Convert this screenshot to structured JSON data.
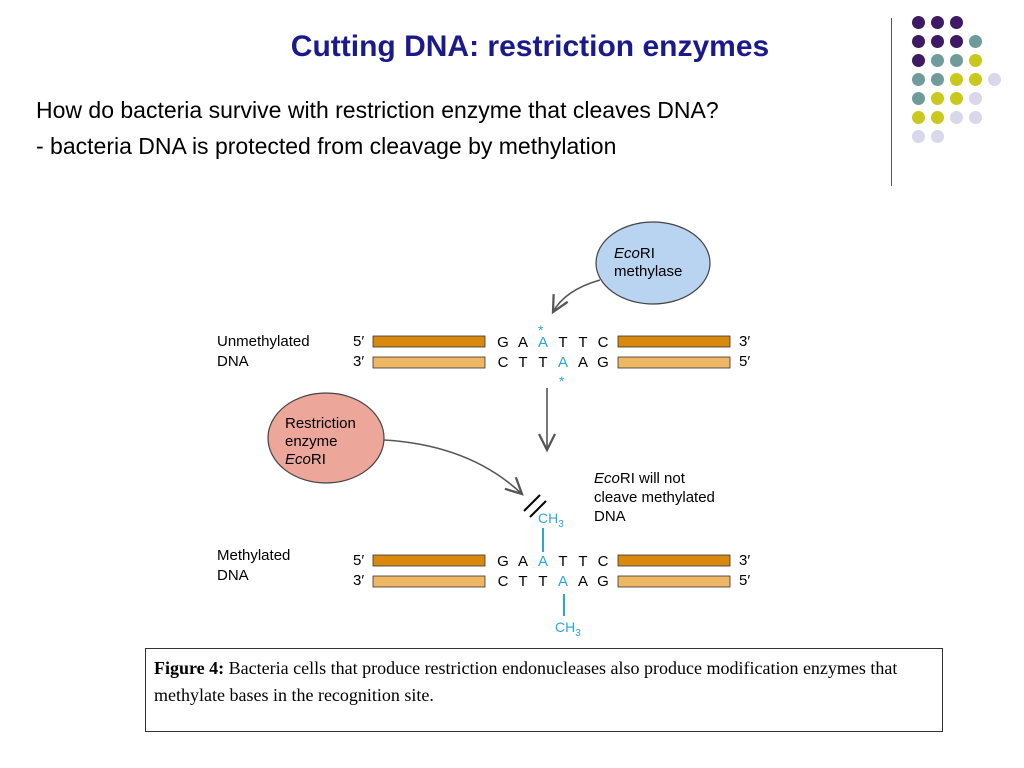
{
  "slide": {
    "title": "Cutting DNA: restriction enzymes",
    "question": "How do bacteria survive with restriction enzyme that cleaves DNA?",
    "answer": "- bacteria DNA is protected from cleavage by methylation"
  },
  "decoration": {
    "colors": {
      "purple": "#3d1a63",
      "teal": "#6f9c9b",
      "olive": "#c9c81d",
      "lavender": "#d8d8ea"
    },
    "rows": [
      [
        "purple",
        "purple",
        "purple"
      ],
      [
        "purple",
        "purple",
        "purple",
        "teal"
      ],
      [
        "purple",
        "teal",
        "teal",
        "olive"
      ],
      [
        "teal",
        "teal",
        "olive",
        "olive",
        "lavender"
      ],
      [
        "teal",
        "olive",
        "olive",
        "lavender"
      ],
      [
        "olive",
        "olive",
        "lavender",
        "lavender"
      ],
      [
        "lavender",
        "lavender"
      ]
    ]
  },
  "figure": {
    "methylase": {
      "italic": "Eco",
      "rest": "RI",
      "line2": "methylase"
    },
    "restriction": {
      "line1": "Restriction",
      "line2": "enzyme",
      "italic": "Eco",
      "rest": "RI"
    },
    "unmethylated_label": [
      "Unmethylated",
      "DNA"
    ],
    "methylated_label": [
      "Methylated",
      "DNA"
    ],
    "note": {
      "italic": "Eco",
      "line1_rest": "RI will not",
      "line2": "cleave methylated",
      "line3": "DNA"
    },
    "top_strand_5": "5′",
    "top_strand_3": "3′",
    "bottom_strand_3": "3′",
    "bottom_strand_5": "5′",
    "top_seq": [
      "G",
      "A",
      "A",
      "T",
      "T",
      "C"
    ],
    "bottom_seq": [
      "C",
      "T",
      "T",
      "A",
      "A",
      "G"
    ],
    "methyl_mark": "*",
    "ch3_main": "CH",
    "ch3_sub": "3",
    "colors": {
      "top_strand": "#d98a0e",
      "bottom_strand": "#edb764",
      "methyl": "#2aa7d9",
      "methylase_fill": "#b8d4f0",
      "restriction_fill": "#eda69a"
    }
  },
  "caption": {
    "label": "Figure 4:",
    "text": " Bacteria cells that produce restriction endonucleases also produce modification enzymes that methylate bases in the recognition site."
  }
}
